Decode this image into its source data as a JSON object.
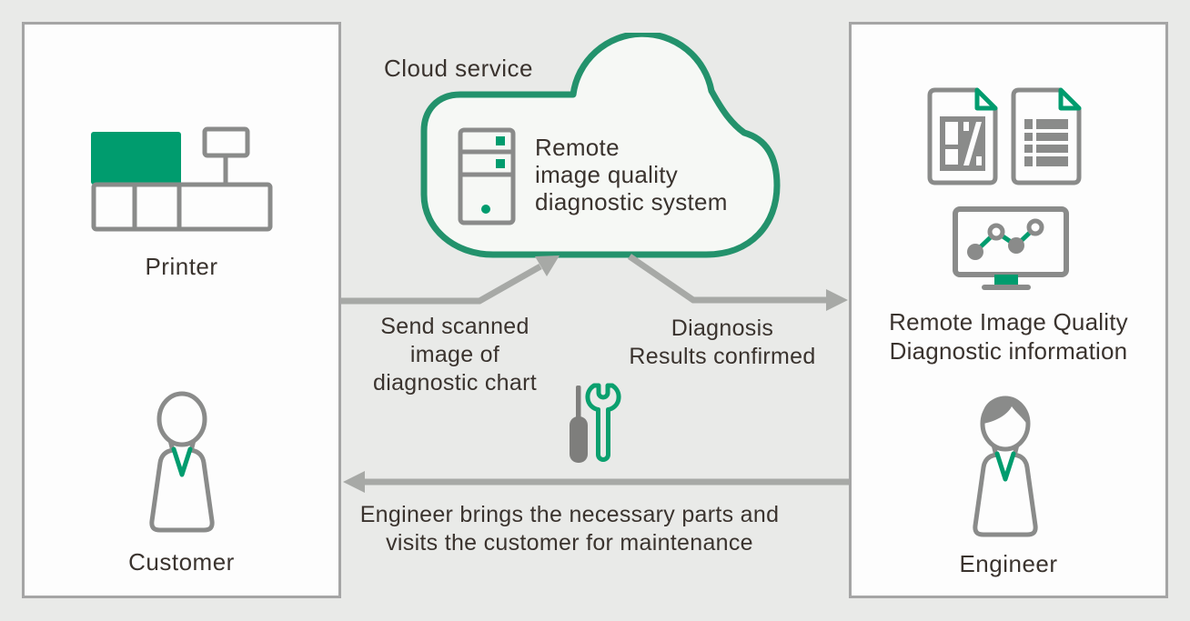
{
  "colors": {
    "background": "#e9eae8",
    "panel_background": "#fdfdfd",
    "panel_border": "#a5a5a5",
    "accent_green": "#009c6e",
    "cloud_stroke": "#23926c",
    "icon_gray": "#8a8b8a",
    "tool_gray": "#7e7e7c",
    "arrow_gray": "#a7a9a6",
    "text": "#3a332e"
  },
  "cloud": {
    "label": "Cloud service",
    "system_lines": [
      "Remote",
      "image quality",
      "diagnostic system"
    ]
  },
  "left_panel": {
    "printer_caption": "Printer",
    "customer_caption": "Customer"
  },
  "right_panel": {
    "info_lines": [
      "Remote Image Quality",
      "Diagnostic information"
    ],
    "engineer_caption": "Engineer"
  },
  "flow_labels": {
    "send": {
      "lines": [
        "Send scanned",
        "image of",
        "diagnostic chart"
      ]
    },
    "diagnosis": {
      "lines": [
        "Diagnosis",
        "Results confirmed"
      ]
    },
    "maintenance": {
      "lines": [
        "Engineer brings the necessary parts and",
        "visits the customer for maintenance"
      ]
    }
  },
  "icons": [
    "printer-icon",
    "customer-icon",
    "server-icon",
    "document-chart-icon",
    "document-report-icon",
    "monitor-graph-icon",
    "engineer-icon",
    "screwdriver-icon",
    "wrench-icon"
  ]
}
